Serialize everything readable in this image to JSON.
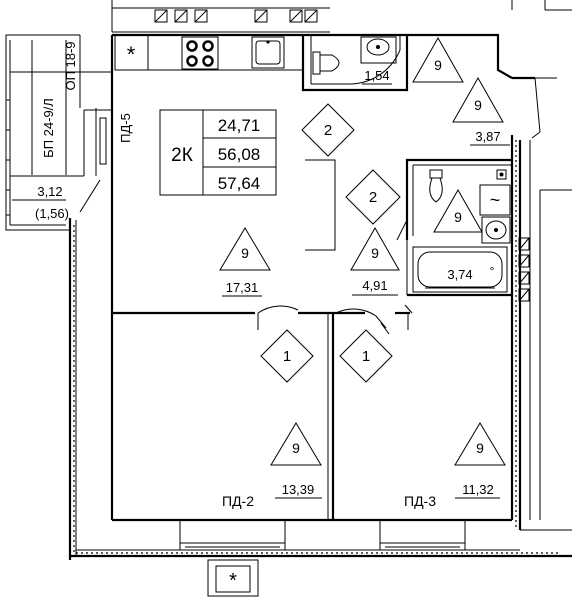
{
  "apartment": {
    "type_label": "2К",
    "areas": [
      "24,71",
      "56,08",
      "57,64"
    ]
  },
  "balcony": {
    "labels": [
      "БП 24-9/Л",
      "ОП 18-9"
    ],
    "area": "3,12",
    "area_reduced": "(1,56)"
  },
  "walls": {
    "living": "ПД-5",
    "bedroom_left": "ПД-2",
    "bedroom_right": "ПД-3"
  },
  "rooms": {
    "wc": "1,54",
    "kitchen": "3,87",
    "living": "17,31",
    "hall": "4,91",
    "bath": "3,74",
    "bedroom_left": "13,39",
    "bedroom_right": "11,32"
  },
  "markers": {
    "triangle": "9",
    "diamond_2": "2",
    "diamond_1": "1",
    "asterisk": "*",
    "wave": "~",
    "degree": "°"
  }
}
